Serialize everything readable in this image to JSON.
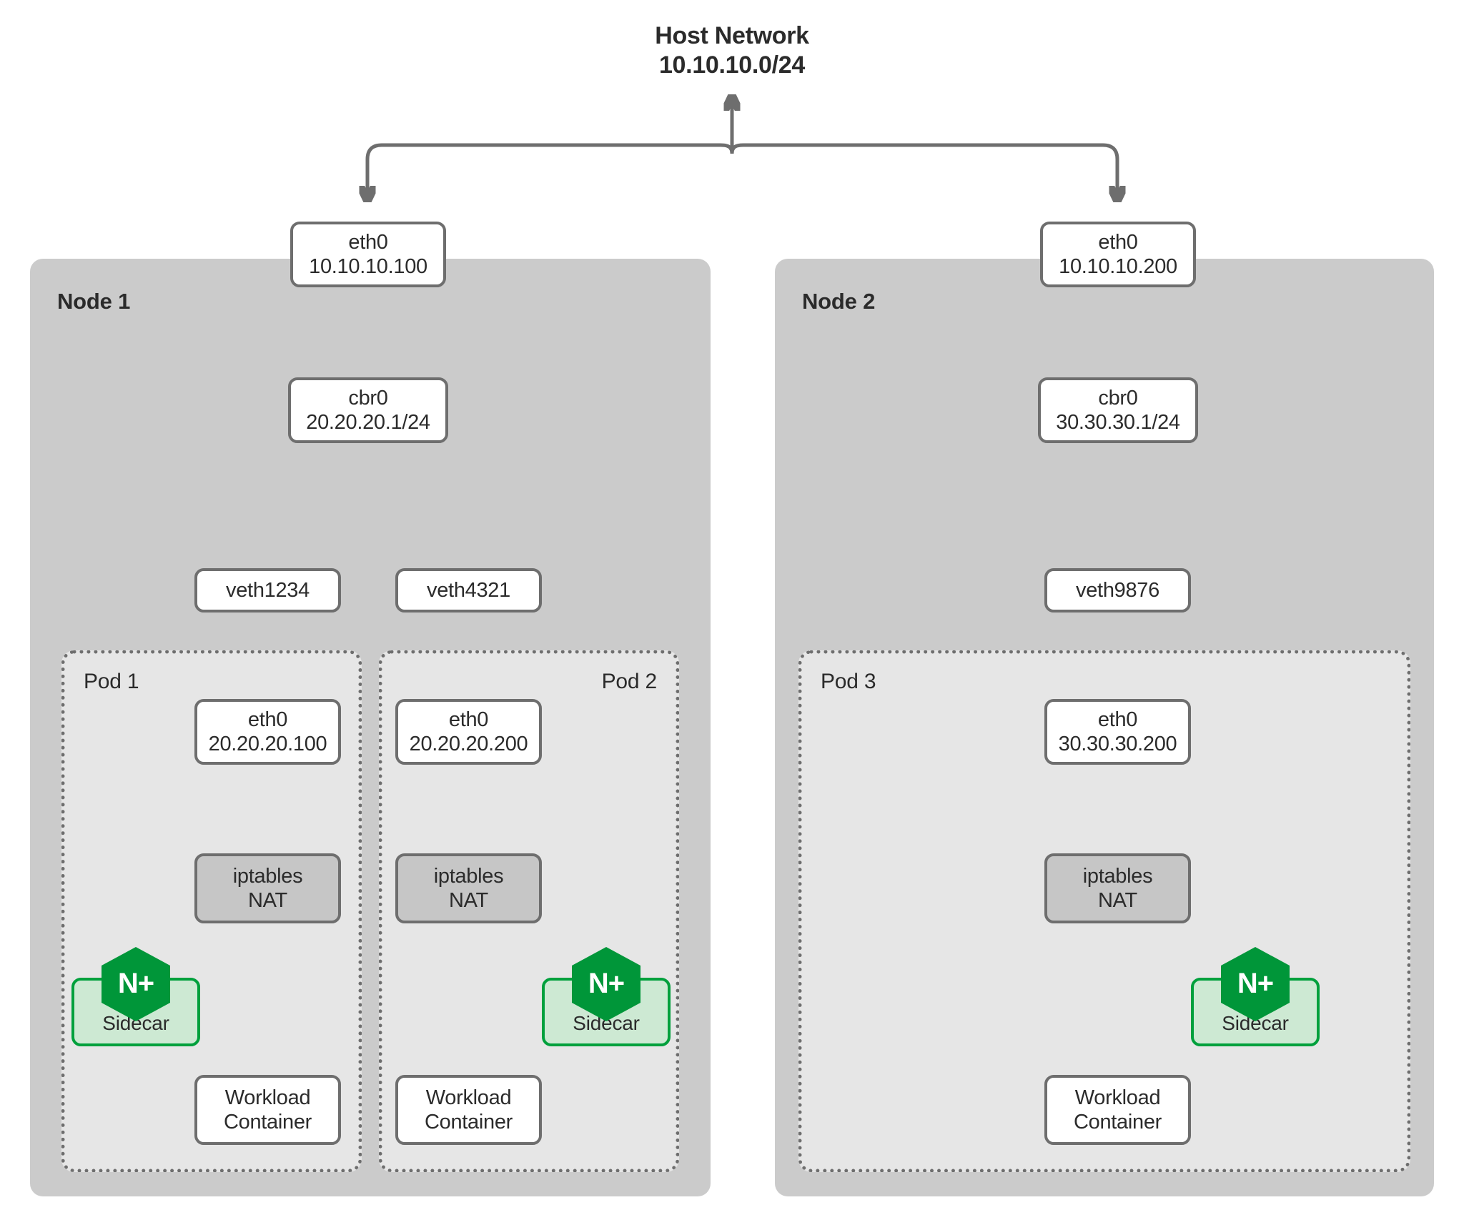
{
  "host": {
    "title_line1": "Host Network",
    "title_line2": "10.10.10.0/24"
  },
  "colors": {
    "node_bg": "#cbcbcb",
    "pod_bg": "#e6e6e6",
    "box_border": "#6e6e6e",
    "iptables_bg": "#c6c6c6",
    "nginx_green": "#009639",
    "sidecar_bg": "#cde9d3",
    "sidecar_border": "#00a03c",
    "text": "#2b2b2b"
  },
  "nodes": [
    {
      "label": "Node 1",
      "eth0": {
        "name": "eth0",
        "ip": "10.10.10.100"
      },
      "bridge": {
        "name": "cbr0",
        "ip": "20.20.20.1/24"
      },
      "veths": [
        "veth1234",
        "veth4321"
      ],
      "pods": [
        {
          "label": "Pod 1",
          "label_align": "left",
          "eth0": {
            "name": "eth0",
            "ip": "20.20.20.100"
          },
          "iptables": {
            "line1": "iptables",
            "line2": "NAT"
          },
          "sidecar": {
            "label": "Sidecar",
            "logo": "N+",
            "side": "left"
          },
          "workload": {
            "line1": "Workload",
            "line2": "Container"
          }
        },
        {
          "label": "Pod 2",
          "label_align": "right",
          "eth0": {
            "name": "eth0",
            "ip": "20.20.20.200"
          },
          "iptables": {
            "line1": "iptables",
            "line2": "NAT"
          },
          "sidecar": {
            "label": "Sidecar",
            "logo": "N+",
            "side": "right"
          },
          "workload": {
            "line1": "Workload",
            "line2": "Container"
          }
        }
      ]
    },
    {
      "label": "Node 2",
      "eth0": {
        "name": "eth0",
        "ip": "10.10.10.200"
      },
      "bridge": {
        "name": "cbr0",
        "ip": "30.30.30.1/24"
      },
      "veths": [
        "veth9876"
      ],
      "pods": [
        {
          "label": "Pod 3",
          "label_align": "left",
          "eth0": {
            "name": "eth0",
            "ip": "30.30.30.200"
          },
          "iptables": {
            "line1": "iptables",
            "line2": "NAT"
          },
          "sidecar": {
            "label": "Sidecar",
            "logo": "N+",
            "side": "right"
          },
          "workload": {
            "line1": "Workload",
            "line2": "Container"
          }
        }
      ]
    }
  ]
}
